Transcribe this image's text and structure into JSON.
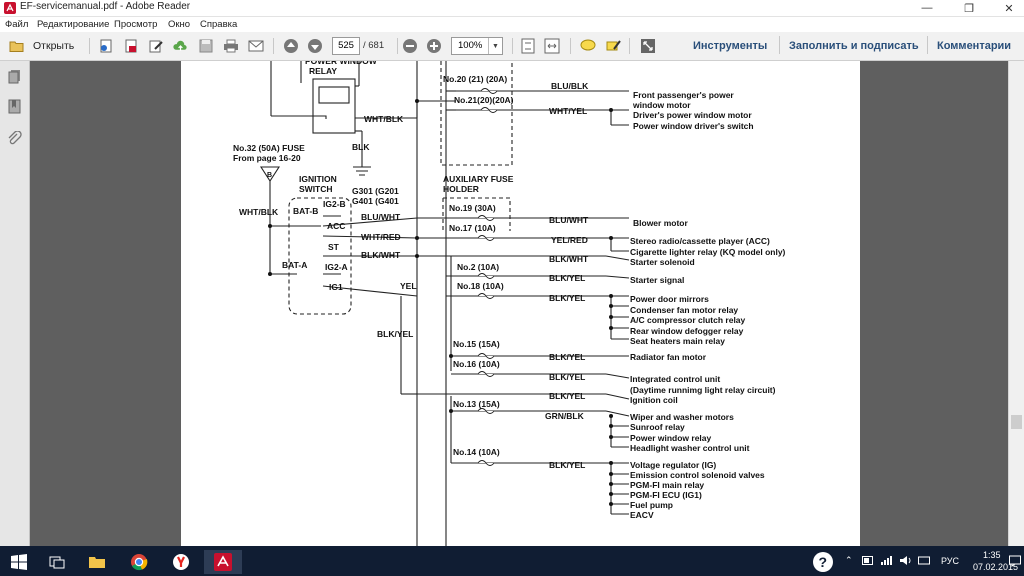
{
  "window": {
    "title": "EF-servicemanual.pdf - Adobe Reader",
    "minimize": "—",
    "maximize": "❐",
    "close": "✕"
  },
  "menu": [
    "Файл",
    "Редактирование",
    "Просмотр",
    "Окно",
    "Справка"
  ],
  "toolbar": {
    "open_label": "Открыть",
    "page_current": "525",
    "page_total": "/ 681",
    "zoom": "100%"
  },
  "right_tabs": {
    "tools": "Инструменты",
    "fill_sign": "Заполнить и подписать",
    "comments": "Комментарии"
  },
  "diagram": {
    "relay_label": "POWER WINDOW\nRELAY",
    "fuse32": "No.32 (50A) FUSE",
    "from_page": "From page 16-20",
    "b_marker": "B",
    "ignition": "IGNITION\nSWITCH",
    "ground": "G301 (G201\nG401 (G401",
    "aux_holder": "AUXILIARY FUSE\nHOLDER",
    "terminals": {
      "batb": "BAT-B",
      "ig2b": "IG2-B",
      "acc": "ACC",
      "st": "ST",
      "bata": "BAT-A",
      "ig2a": "IG2-A",
      "ig1": "IG1"
    },
    "wires": {
      "wht_blk_relay": "WHT/BLK",
      "blk_ground": "BLK",
      "wht_blk_left": "WHT/BLK",
      "blu_wht_in": "BLU/WHT",
      "wht_red": "WHT/RED",
      "blk_wht_in": "BLK/WHT",
      "yel": "YEL",
      "blk_yel_in": "BLK/YEL"
    },
    "fuses": {
      "f20": "No.20 (21) (20A)",
      "f21": "No.21(20)(20A)",
      "f19": "No.19 (30A)",
      "f17": "No.17 (10A)",
      "f2": "No.2 (10A)",
      "f18": "No.18 (10A)",
      "f15": "No.15 (15A)",
      "f16": "No.16 (10A)",
      "f13": "No.13 (15A)",
      "f14": "No.14 (10A)"
    },
    "outputs": [
      {
        "wire": "BLU/BLK",
        "loads": [
          "Front passenger's power",
          "window motor"
        ]
      },
      {
        "wire": "WHT/YEL",
        "loads": [
          "Driver's power window motor",
          "Power window driver's switch"
        ]
      },
      {
        "wire": "BLU/WHT",
        "loads": [
          "Blower motor"
        ]
      },
      {
        "wire": "YEL/RED",
        "loads": [
          "Stereo radio/cassette player (ACC)",
          "Cigarette lighter relay (KQ model only)"
        ]
      },
      {
        "wire": "BLK/WHT",
        "loads": [
          "Starter solenoid"
        ]
      },
      {
        "wire": "BLK/YEL",
        "loads": [
          "Starter signal"
        ]
      },
      {
        "wire": "BLK/YEL",
        "loads": [
          "Power door mirrors",
          "Condenser fan motor relay",
          "A/C compressor clutch relay",
          "Rear window defogger relay",
          "Seat heaters main relay"
        ]
      },
      {
        "wire": "BLK/YEL",
        "loads": [
          "Radiator fan motor"
        ]
      },
      {
        "wire": "BLK/YEL",
        "loads": [
          "Integrated control unit",
          "(Daytime runnimg light relay circuit)"
        ]
      },
      {
        "wire": "BLK/YEL",
        "loads": [
          "Ignition coil"
        ]
      },
      {
        "wire": "GRN/BLK",
        "loads": [
          "Wiper and washer motors",
          "Sunroof relay",
          "Power window relay",
          "Headlight washer control unit"
        ]
      },
      {
        "wire": "BLK/YEL",
        "loads": [
          "Voltage regulator (IG)",
          "Emission control solenoid valves",
          "PGM-FI main relay",
          "PGM-FI ECU (IG1)",
          "Fuel pump",
          "EACV"
        ]
      }
    ]
  },
  "taskbar": {
    "lang": "РУС",
    "time": "1:35",
    "date": "07.02.2015"
  },
  "colors": {
    "taskbar": "#101d33",
    "viewer": "#5f5f5f",
    "accent": "#2a4f7a"
  }
}
